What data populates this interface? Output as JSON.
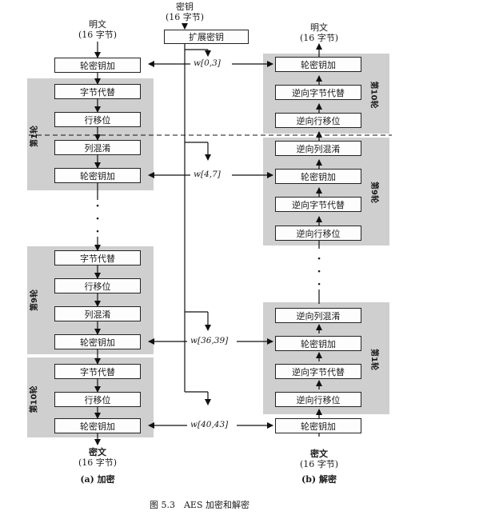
{
  "key_title": "密钥",
  "key_bytes": "(16 字节)",
  "expand_key": "扩展密钥",
  "enc": {
    "plaintext": "明文",
    "plaintext_bytes": "(16 字节)",
    "ciphertext": "密文",
    "ciphertext_bytes": "(16 字节)",
    "caption": "(a) 加密",
    "initial_ark": "轮密钥加",
    "round1": {
      "label": "第1轮",
      "b1": "字节代替",
      "b2": "行移位",
      "b3": "列混淆",
      "b4": "轮密钥加"
    },
    "round9": {
      "label": "第9轮",
      "b1": "字节代替",
      "b2": "行移位",
      "b3": "列混淆",
      "b4": "轮密钥加"
    },
    "round10": {
      "label": "第10轮",
      "b1": "字节代替",
      "b2": "行移位",
      "b3": "轮密钥加"
    }
  },
  "dec": {
    "plaintext": "明文",
    "plaintext_bytes": "(16 字节)",
    "ciphertext": "密文",
    "ciphertext_bytes": "(16 字节)",
    "caption": "(b) 解密",
    "round10": {
      "label": "第10轮",
      "b1": "轮密钥加",
      "b2": "逆向字节代替",
      "b3": "逆向行移位"
    },
    "round9": {
      "label": "第9轮",
      "b1": "逆向列混淆",
      "b2": "轮密钥加",
      "b3": "逆向字节代替",
      "b4": "逆向行移位"
    },
    "round1": {
      "label": "第1轮",
      "b1": "逆向列混淆",
      "b2": "轮密钥加",
      "b3": "逆向字节代替",
      "b4": "逆向行移位"
    },
    "initial_ark": "轮密钥加"
  },
  "w": {
    "w0": "w[0,3]",
    "w1": "w[4,7]",
    "w2": "w[36,39]",
    "w3": "w[40,43]"
  },
  "figure_caption": "图 5.3　AES 加密和解密"
}
